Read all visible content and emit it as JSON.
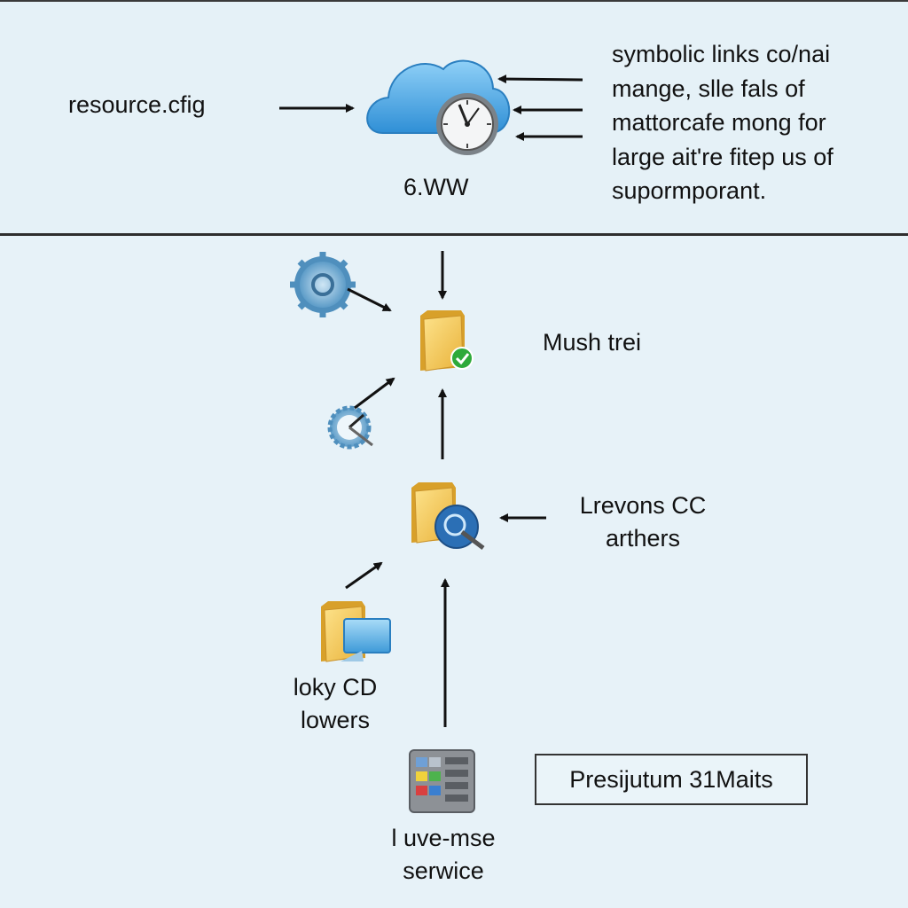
{
  "top": {
    "source_label": "resource.cfig",
    "cloud_caption": "6.WW",
    "note_lines": [
      "symbolic links co/nai",
      "mange, slle fals of",
      "mattorcafe mong for",
      "large ait're fitep us of",
      "supormporant."
    ]
  },
  "bottom": {
    "folder_check_label": "Mush trei",
    "folder_search_label_lines": [
      "Lrevons CC",
      "arthers"
    ],
    "folder_monitor_label_lines": [
      "loky CD",
      "lowers"
    ],
    "service_label_lines": [
      "l uve-mse",
      "serwice"
    ],
    "legend_box_label": "Presijutum 31Maits"
  },
  "icons": {
    "cloud": "cloud-icon",
    "clock": "clock-icon",
    "gear": "gear-icon",
    "gauge": "gauge-icon",
    "folder_check": "folder-check-icon",
    "folder_search": "folder-search-icon",
    "folder_monitor": "folder-monitor-icon",
    "server": "server-rack-icon"
  },
  "colors": {
    "background": "#e6f2f8",
    "divider": "#2e2e2e",
    "cloud": "#4aa8e8",
    "folder": "#f2c94c",
    "check": "#2eaa3a",
    "arrow": "#111111"
  }
}
